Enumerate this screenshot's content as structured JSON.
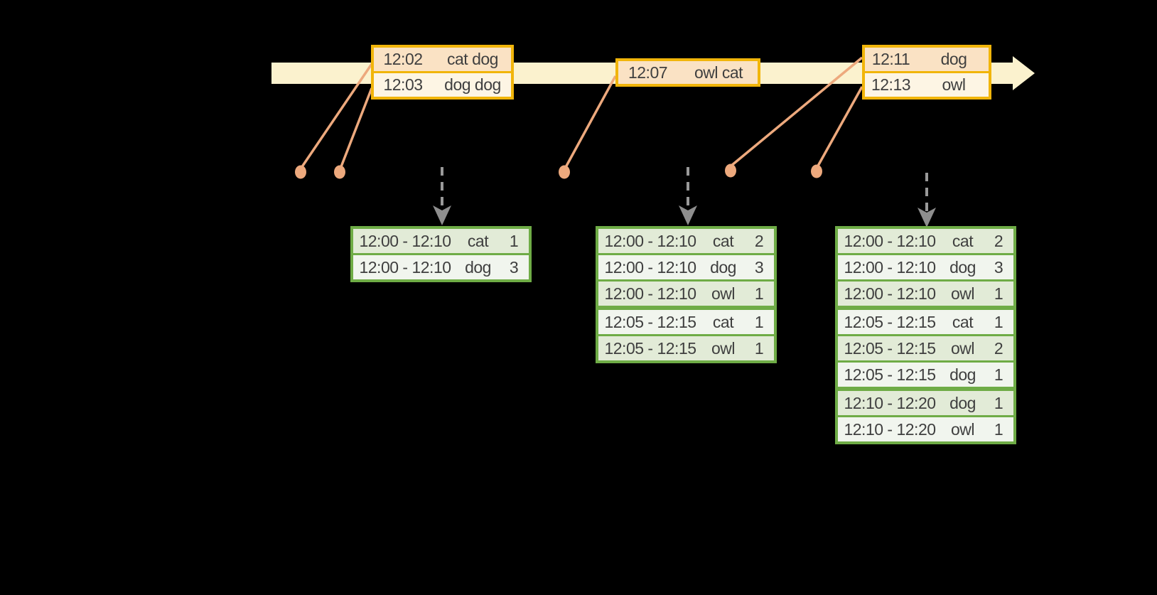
{
  "diagram": {
    "title": "windowed-grouped-aggregation-stream-diagram",
    "colors": {
      "background": "#000000",
      "timeline_band": "#FBF2CE",
      "event_table_border": "#F1B50A",
      "event_row_peach": "#FAE2C4",
      "event_row_cream": "#FDF5E4",
      "connector_salmon": "#EDA97D",
      "trigger_arrow_gray": "#999999",
      "result_table_border": "#6FAC46",
      "result_row_sage": "#E2EBD7",
      "result_row_pale": "#F1F5EE",
      "text": "#3F3F3F"
    },
    "timeline": {
      "icon": "right-arrow-band"
    },
    "event_tables": [
      {
        "rows": [
          {
            "time": "12:02",
            "words": "cat dog"
          },
          {
            "time": "12:03",
            "words": "dog dog"
          }
        ]
      },
      {
        "rows": [
          {
            "time": "12:07",
            "words": "owl cat"
          }
        ]
      },
      {
        "rows": [
          {
            "time": "12:11",
            "words": "dog"
          },
          {
            "time": "12:13",
            "words": "owl"
          }
        ]
      }
    ],
    "result_tables": [
      {
        "rows": [
          {
            "window": "12:00 - 12:10",
            "word": "cat",
            "count": "1"
          },
          {
            "window": "12:00 - 12:10",
            "word": "dog",
            "count": "3"
          }
        ]
      },
      {
        "rows": [
          {
            "window": "12:00 - 12:10",
            "word": "cat",
            "count": "2"
          },
          {
            "window": "12:00 - 12:10",
            "word": "dog",
            "count": "3"
          },
          {
            "window": "12:00 - 12:10",
            "word": "owl",
            "count": "1"
          },
          {
            "window": "12:05 - 12:15",
            "word": "cat",
            "count": "1"
          },
          {
            "window": "12:05 - 12:15",
            "word": "owl",
            "count": "1"
          }
        ]
      },
      {
        "rows": [
          {
            "window": "12:00 - 12:10",
            "word": "cat",
            "count": "2"
          },
          {
            "window": "12:00 - 12:10",
            "word": "dog",
            "count": "3"
          },
          {
            "window": "12:00 - 12:10",
            "word": "owl",
            "count": "1"
          },
          {
            "window": "12:05 - 12:15",
            "word": "cat",
            "count": "1"
          },
          {
            "window": "12:05 - 12:15",
            "word": "owl",
            "count": "2"
          },
          {
            "window": "12:05 - 12:15",
            "word": "dog",
            "count": "1"
          },
          {
            "window": "12:10 - 12:20",
            "word": "dog",
            "count": "1"
          },
          {
            "window": "12:10 - 12:20",
            "word": "owl",
            "count": "1"
          }
        ]
      }
    ]
  }
}
